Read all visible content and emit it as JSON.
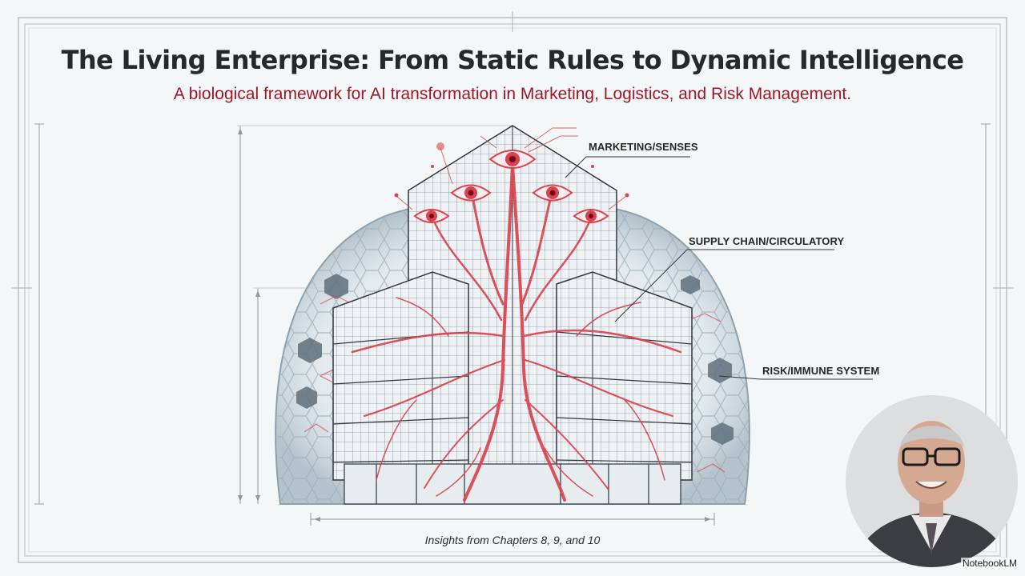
{
  "slide": {
    "title": "The Living Enterprise: From Static Rules to Dynamic Intelligence",
    "subtitle": "A biological framework for AI transformation in Marketing, Logistics, and Risk Management.",
    "footer": "Insights from Chapters 8, 9, and 10"
  },
  "callouts": {
    "marketing": "MARKETING/SENSES",
    "supply_chain": "SUPPLY CHAIN/CIRCULATORY",
    "risk": "RISK/IMMUNE SYSTEM"
  },
  "illustration": {
    "icon": "building-organism-illustration",
    "accent_color": "#d9434f",
    "outline_color": "#2f3640"
  },
  "overlay": {
    "watermark": "NotebookLM"
  }
}
